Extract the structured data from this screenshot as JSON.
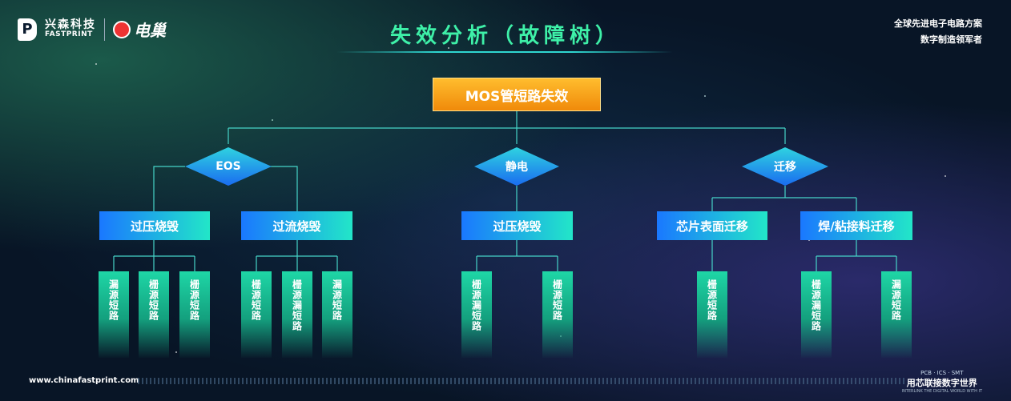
{
  "header": {
    "logo_cn": "兴森科技",
    "logo_en": "FASTPRINT",
    "brand2": "电巢",
    "title": "失效分析（故障树）",
    "slogan_line1": "全球先进电子电路方案",
    "slogan_line2": "数字制造领军者"
  },
  "tree": {
    "root": "MOS管短路失效",
    "causes": [
      {
        "label": "EOS",
        "children": [
          {
            "label": "过压烧毁",
            "leaves": [
              "漏源短路",
              "栅源短路",
              "栅源短路"
            ]
          },
          {
            "label": "过流烧毁",
            "leaves": [
              "栅源短路",
              "栅源漏短路",
              "漏源短路"
            ]
          }
        ]
      },
      {
        "label": "静电",
        "children": [
          {
            "label": "过压烧毁",
            "leaves": [
              "栅源漏短路",
              "栅源短路"
            ]
          }
        ]
      },
      {
        "label": "迁移",
        "children": [
          {
            "label": "芯片表面迁移",
            "leaves": [
              "栅源短路"
            ]
          },
          {
            "label": "焊/粘接料迁移",
            "leaves": [
              "栅源漏短路",
              "漏源短路"
            ]
          }
        ]
      }
    ]
  },
  "footer": {
    "url": "www.chinafastprint.com",
    "tag": "PCB · ICS · SMT",
    "slogan_cn": "用芯联接数字世界",
    "slogan_en": "INTERLINK THE DIGITAL WORLD WITH IT"
  },
  "colors": {
    "title": "#3ef0a8",
    "root": "#f7a21b",
    "diamond_top": "#2fd3e0",
    "diamond_bottom": "#1a6cf0",
    "box_left": "#1a78ff",
    "box_right": "#22e6c8",
    "leaf": "#1ed6a6",
    "connector": "#46d4c8"
  }
}
